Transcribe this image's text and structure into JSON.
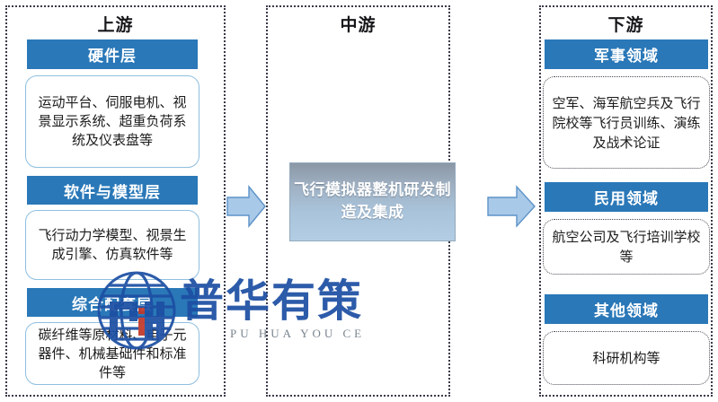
{
  "upstream": {
    "title": "上游",
    "sections": [
      {
        "header": "硬件层",
        "body": "运动平台、伺服电机、视景显示系统、超重负荷系统及仪表盘等"
      },
      {
        "header": "软件与模型层",
        "body": "飞行动力学模型、视景生成引擎、仿真软件等"
      },
      {
        "header": "综合配套层",
        "body": "碳纤维等原材料、电子元器件、机械基础件和标准件等"
      }
    ]
  },
  "midstream": {
    "title": "中游",
    "box": "飞行模拟器整机研发制造及集成"
  },
  "downstream": {
    "title": "下游",
    "sections": [
      {
        "header": "军事领域",
        "body": "空军、海军航空兵及飞行院校等飞行员训练、演练及战术论证"
      },
      {
        "header": "民用领域",
        "body": "航空公司及飞行培训学校等"
      },
      {
        "header": "其他领域",
        "body": "科研机构等"
      }
    ]
  },
  "arrows": [
    {
      "name": "arrow-upstream-to-midstream"
    },
    {
      "name": "arrow-midstream-to-downstream"
    }
  ],
  "watermark": {
    "chinese": "普华有策",
    "pinyin": "PU HUA YOU CE",
    "logo": "globe-ph-monogram-logo"
  },
  "colors": {
    "header_bar": "#2a78b8",
    "panel_border": "#3a3a4a",
    "upstream_box_border": "#8fbfe0",
    "downstream_box_border": "#4a4a55",
    "arrow_fill": "#a8c8e8",
    "arrow_stroke": "#5a8fc4",
    "watermark_blue": "#1d4fa3",
    "watermark_gray": "#6e7a85"
  }
}
